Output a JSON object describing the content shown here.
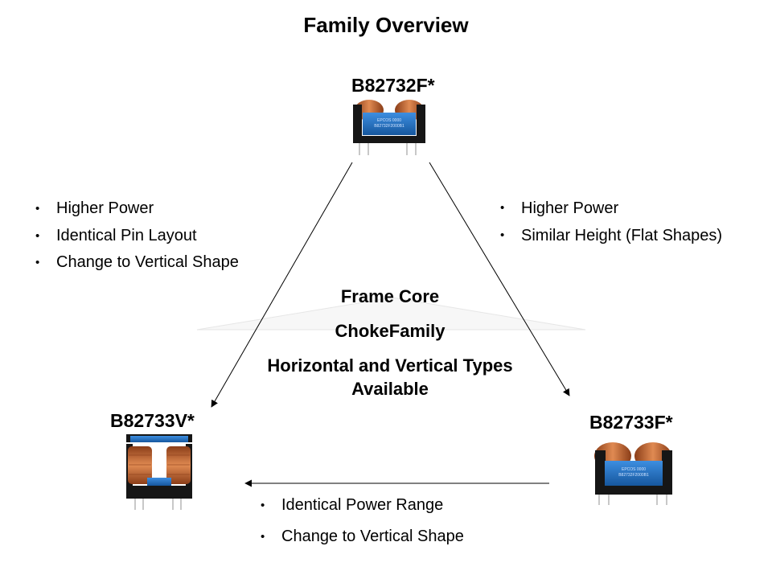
{
  "title": "Family Overview",
  "models": {
    "top": "B82732F*",
    "bottom_left": "B82733V*",
    "bottom_right": "B82733F*"
  },
  "center": {
    "line1": "Frame Core",
    "line2": "ChokeFamily",
    "line3": "Horizontal and Vertical Types Available"
  },
  "bullets_left": [
    "Higher Power",
    "Identical Pin Layout",
    "Change to Vertical Shape"
  ],
  "bullets_right": [
    "Higher Power",
    "Similar Height (Flat Shapes)"
  ],
  "bullets_bottom": [
    "Identical Power Range",
    "Change to Vertical Shape"
  ],
  "component_markings": {
    "line1": "EPCOS 0000",
    "line2": "B82732F2000B1"
  },
  "colors": {
    "coil_copper": "#c8632f",
    "bobbin_blue": "#1e6fc4",
    "core_black": "#161616",
    "pin_silver": "#c8c8c8"
  }
}
